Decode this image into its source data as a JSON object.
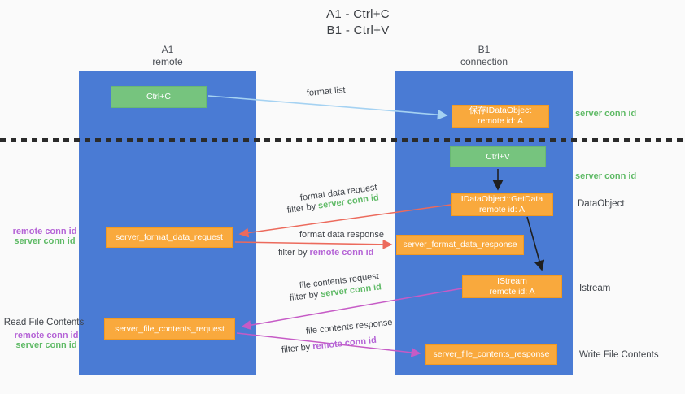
{
  "title": {
    "line1": "A1 - Ctrl+C",
    "line2": "B1 - Ctrl+V"
  },
  "lanes": {
    "a1": {
      "name": "A1",
      "subtitle": "remote"
    },
    "b1": {
      "name": "B1",
      "subtitle": "connection"
    }
  },
  "nodes": {
    "ctrl_c": {
      "label": "Ctrl+C"
    },
    "ctrl_v": {
      "label": "Ctrl+V"
    },
    "save_dataobject": {
      "line1": "保存IDataObject",
      "line2": "remote id: A"
    },
    "getdata": {
      "line1": "IDataObject::GetData",
      "line2": "remote id: A"
    },
    "istream": {
      "line1": "IStream",
      "line2": "remote id: A"
    },
    "format_data_request": {
      "label": "server_format_data_request"
    },
    "format_data_response": {
      "label": "server_format_data_response"
    },
    "file_contents_request": {
      "label": "server_file_contents_request"
    },
    "file_contents_response": {
      "label": "server_file_contents_response"
    }
  },
  "arrows": {
    "format_list": {
      "label": "format list"
    },
    "format_data_request": {
      "label": "format data request",
      "filter_prefix": "filter by ",
      "filter_key": "server conn id"
    },
    "format_data_response": {
      "label": "format data response",
      "filter_prefix": "filter by ",
      "filter_key": "remote conn id"
    },
    "file_contents_request": {
      "label": "file contents request",
      "filter_prefix": "filter by ",
      "filter_key": "server conn id"
    },
    "file_contents_response": {
      "label": "file contents response",
      "filter_prefix": "filter by ",
      "filter_key": "remote conn id"
    }
  },
  "side_labels": {
    "server_conn_id_top": "server conn id",
    "server_conn_id_mid": "server conn id",
    "dataobject": "DataObject",
    "istream": "Istream",
    "write_file_contents": "Write File Contents",
    "read_file_contents": "Read File Contents",
    "left_remote_conn_id_1": "remote conn id",
    "left_server_conn_id_1": "server conn id",
    "left_remote_conn_id_2": "remote conn id",
    "left_server_conn_id_2": "server conn id"
  },
  "colors": {
    "lane_blue": "#4a7bd4",
    "node_green": "#76c47e",
    "node_orange": "#f9a93d",
    "arrow_salmon": "#ec6a5c",
    "arrow_magenta": "#c65bc6",
    "arrow_lightblue": "#a5d2f2",
    "arrow_black": "#1f1f1f",
    "text_green": "#5fba66",
    "text_purple": "#b564d6"
  }
}
